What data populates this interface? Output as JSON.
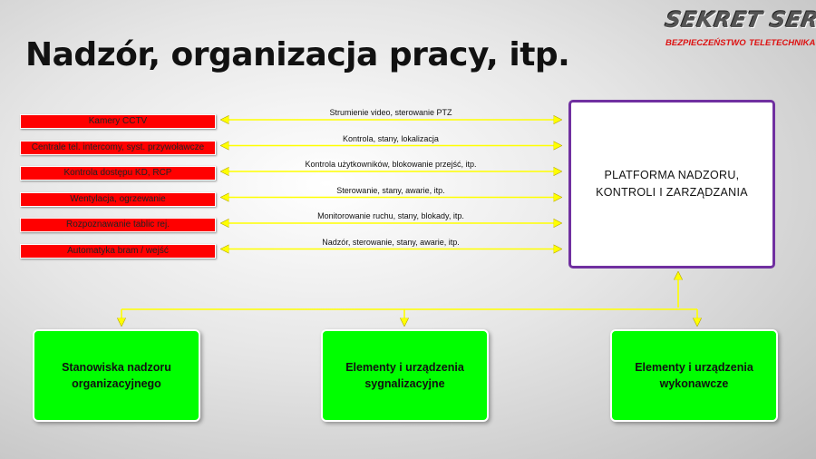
{
  "title": "Nadzór, organizacja pracy, itp.",
  "logo": {
    "name": "SEKRET SERWIS",
    "sub_left": "BEZPIECZEŃSTWO",
    "sub_right": "TELETECHNIKA"
  },
  "systems": [
    {
      "label": "Kamery CCTV",
      "connection": "Strumienie video, sterowanie PTZ"
    },
    {
      "label": "Centrale tel. intercomy, syst. przywoławcze",
      "connection": "Kontrola, stany, lokalizacja"
    },
    {
      "label": "Kontrola dostępu KD, RCP",
      "connection": "Kontrola użytkowników, blokowanie przejść, itp."
    },
    {
      "label": "Wentylacja, ogrzewanie",
      "connection": "Sterowanie, stany, awarie, itp."
    },
    {
      "label": "Rozpoznawanie tablic rej.",
      "connection": "Monitorowanie ruchu, stany, blokady, itp."
    },
    {
      "label": "Automatyka bram / wejść",
      "connection": "Nadzór, sterowanie, stany, awarie, itp."
    }
  ],
  "platform": {
    "label": "PLATFORMA  NADZORU,\nKONTROLI  I  ZARZĄDZANIA"
  },
  "outputs": [
    {
      "label": "Stanowiska nadzoru\norganizacyjnego"
    },
    {
      "label": "Elementy i urządzenia\nsygnalizacyjne"
    },
    {
      "label": "Elementy i urządzenia\nwykonawcze"
    }
  ],
  "colors": {
    "system_box": "#ff0000",
    "arrow": "#ffff00",
    "platform_border": "#7030a0",
    "output_box": "#00ff00"
  }
}
